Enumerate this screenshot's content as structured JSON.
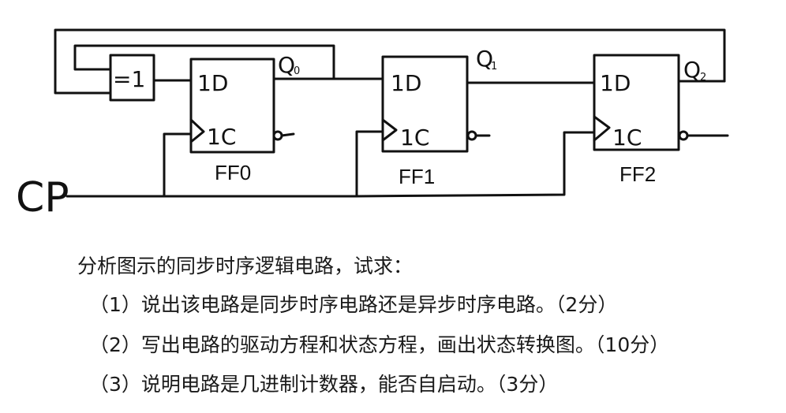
{
  "circuit": {
    "clock_label": "CP",
    "xor_label": "=1",
    "ff0": {
      "name": "FF0",
      "d_label": "1D",
      "c_label": "1C",
      "q_label": "Q",
      "q_sub": "0"
    },
    "ff1": {
      "name": "FF1",
      "d_label": "1D",
      "c_label": "1C",
      "q_label": "Q",
      "q_sub": "1"
    },
    "ff2": {
      "name": "FF2",
      "d_label": "1D",
      "c_label": "1C",
      "q_label": "Q",
      "q_sub": "2"
    }
  },
  "questions": {
    "intro": "分析图示的同步时序逻辑电路，试求：",
    "q1": "（1）说出该电路是同步时序电路还是异步时序电路。（2分）",
    "q2": "（2）写出电路的驱动方程和状态方程，画出状态转换图。（10分）",
    "q3": "（3）说明电路是几进制计数器，能否自启动。（3分）"
  }
}
